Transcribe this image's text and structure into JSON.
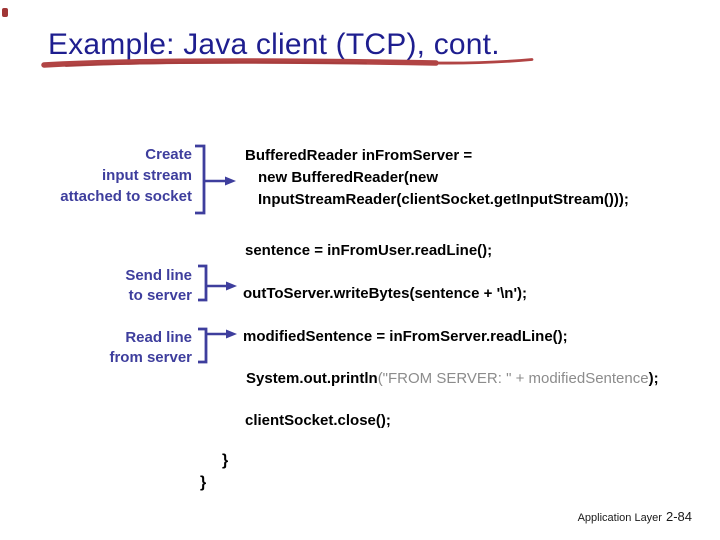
{
  "slide": {
    "title": "Example: Java client (TCP), cont.",
    "annotations": {
      "create": {
        "line1": "Create",
        "line2": "input stream",
        "line3": "attached to socket"
      },
      "send": {
        "line1": "Send line",
        "line2": "to server"
      },
      "read": {
        "line1": "Read line",
        "line2": "from server"
      }
    },
    "code": {
      "buffered_line1": "BufferedReader inFromServer =",
      "buffered_line2": "new BufferedReader(new",
      "buffered_line3": "InputStreamReader(clientSocket.getInputStream()));",
      "sentence": "sentence = inFromUser.readLine();",
      "write_bytes": "outToServer.writeBytes(sentence + '\\n');",
      "modified": "modifiedSentence = inFromServer.readLine();",
      "println_head": "System.out.println",
      "println_arg": "(\"FROM SERVER: \" + modifiedSentence",
      "println_tail": ");",
      "close": "clientSocket.close();",
      "brace_inner": "}",
      "brace_outer": "}"
    },
    "footer": {
      "section": "Application Layer",
      "page": "2-84"
    },
    "colors": {
      "title_navy": "#1e1e8f",
      "annotation_blue": "#3e3e9d",
      "marker_red": "#b14444",
      "code_black": "#000000",
      "string_gray": "#8c8c8c"
    }
  }
}
